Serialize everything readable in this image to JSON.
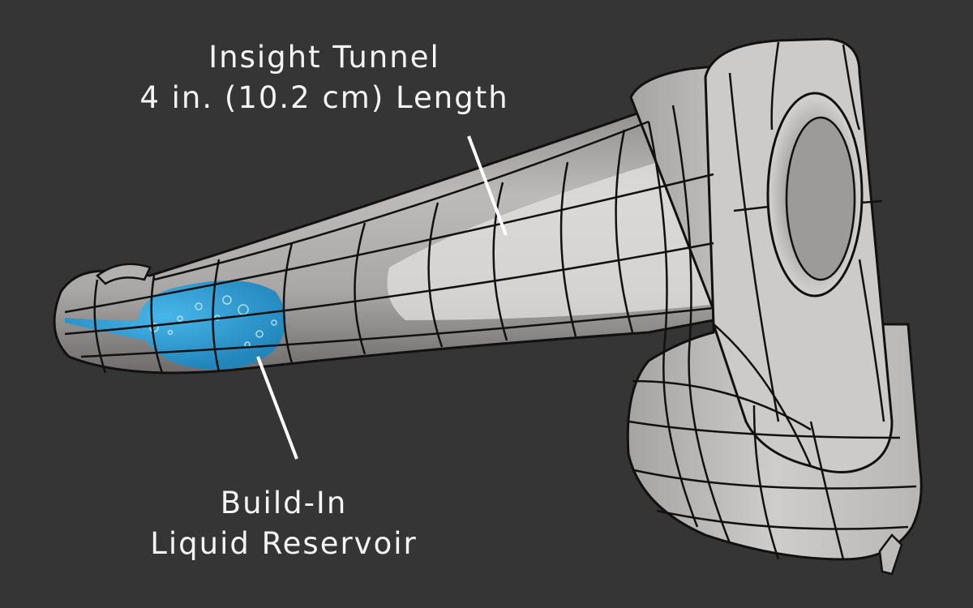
{
  "labels": {
    "tunnel": {
      "line1": "Insight Tunnel",
      "line2": "4 in. (10.2 cm) Length"
    },
    "reservoir": {
      "line1": "Build-In",
      "line2": "Liquid Reservoir"
    }
  },
  "colors": {
    "background": "#353535",
    "body": "#c9c6c6",
    "wireframe": "#111111",
    "liquid": "#2e9fd6",
    "label_text": "#f4f4f4",
    "leader_line": "#ffffff"
  }
}
